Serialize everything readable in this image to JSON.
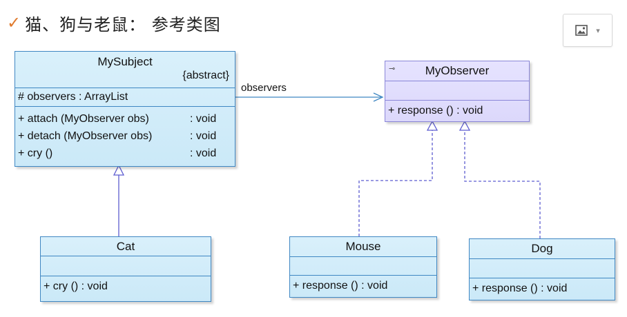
{
  "heading": {
    "check": "✓",
    "text": "猫、狗与老鼠： 参考类图"
  },
  "toolbar": {
    "image_icon": "image-icon",
    "caret": "▾"
  },
  "classes": {
    "mysubject": {
      "name": "MySubject",
      "stereotype": "{abstract}",
      "attributes": [
        {
          "text": "# observers : ArrayList"
        }
      ],
      "operations": [
        {
          "sig": "+ attach (MyObserver obs)",
          "ret": ": void"
        },
        {
          "sig": "+ detach (MyObserver obs)",
          "ret": ": void"
        },
        {
          "sig": "+ cry ()",
          "ret": ": void"
        }
      ]
    },
    "myobserver": {
      "name": "MyObserver",
      "marker": "⊸",
      "operations": [
        "+ response () : void"
      ]
    },
    "cat": {
      "name": "Cat",
      "operations": [
        "+ cry () : void"
      ]
    },
    "mouse": {
      "name": "Mouse",
      "operations": [
        "+ response () : void"
      ]
    },
    "dog": {
      "name": "Dog",
      "operations": [
        "+ response () : void"
      ]
    }
  },
  "association": {
    "label": "observers"
  },
  "colors": {
    "class_border": "#3e86c2",
    "class_fill": "#d3ecfa",
    "interface_border": "#8a86d8",
    "interface_fill": "#e2defd",
    "check": "#e07a2d"
  }
}
